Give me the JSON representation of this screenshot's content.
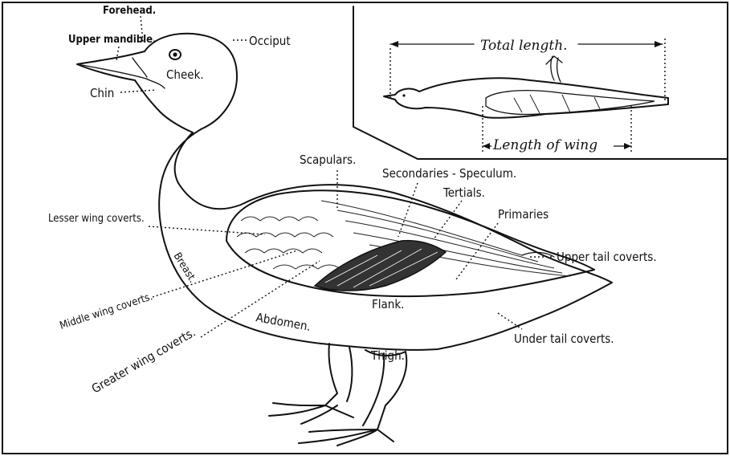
{
  "labels": {
    "forehead": "Forehead.",
    "upper_mandible": "Upper mandible.",
    "occiput": "Occiput",
    "chin": "Chin",
    "cheek": "Cheek.",
    "scapulars": "Scapulars.",
    "secondaries_speculum": "Secondaries - Speculum.",
    "tertials": "Tertials.",
    "primaries": "Primaries",
    "lesser_wing_coverts": "Lesser wing coverts.",
    "upper_tail_coverts": "Upper tail coverts.",
    "breast": "Breast.",
    "middle_wing_coverts": "Middle wing coverts.",
    "flank": "Flank.",
    "abdomen": "Abdomen.",
    "under_tail_coverts": "Under tail coverts.",
    "thigh": "Thigh.",
    "greater_wing_coverts": "Greater wing coverts."
  },
  "inset": {
    "total_length": "Total length.",
    "length_of_wing": "Length of wing"
  }
}
